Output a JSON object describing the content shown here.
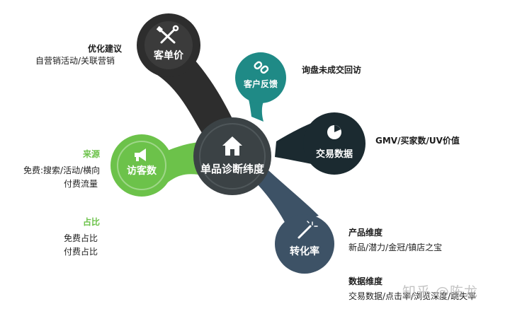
{
  "diagram": {
    "center": {
      "label": "单品诊断纬度",
      "icon": "house-icon"
    },
    "nodes": [
      {
        "id": "price",
        "label": "客单价",
        "icon": "tools-icon",
        "color": "#2d2d2d"
      },
      {
        "id": "feedback",
        "label": "客户反馈",
        "icon": "link-icon",
        "color": "#1f8a86"
      },
      {
        "id": "trade",
        "label": "交易数据",
        "icon": "pie-chart-icon",
        "color": "#1b2a30"
      },
      {
        "id": "conversion",
        "label": "转化率",
        "icon": "magic-wand-icon",
        "color": "#3d5266"
      },
      {
        "id": "visitors",
        "label": "访客数",
        "icon": "megaphone-icon",
        "color": "#6cc24a"
      }
    ]
  },
  "annotations": {
    "price": {
      "heading": "优化建议",
      "text": "自营销活动/关联营销"
    },
    "feedback": {
      "heading": "询盘未成交回访"
    },
    "trade": {
      "heading": "GMV/买家数/UV价值"
    },
    "visitors_source": {
      "heading": "来源",
      "lines": [
        "免费:搜索/活动/横向",
        "付费流量"
      ]
    },
    "visitors_share": {
      "heading": "占比",
      "lines": [
        "免费占比",
        "付费占比"
      ]
    },
    "conversion_product": {
      "heading": "产品维度",
      "text": "新品/潜力/金冠/镇店之宝"
    },
    "conversion_data": {
      "heading": "数据维度",
      "text": "交易数据/点击率/浏览深度/跳失率"
    }
  },
  "watermark": "知乎 @陈龙"
}
